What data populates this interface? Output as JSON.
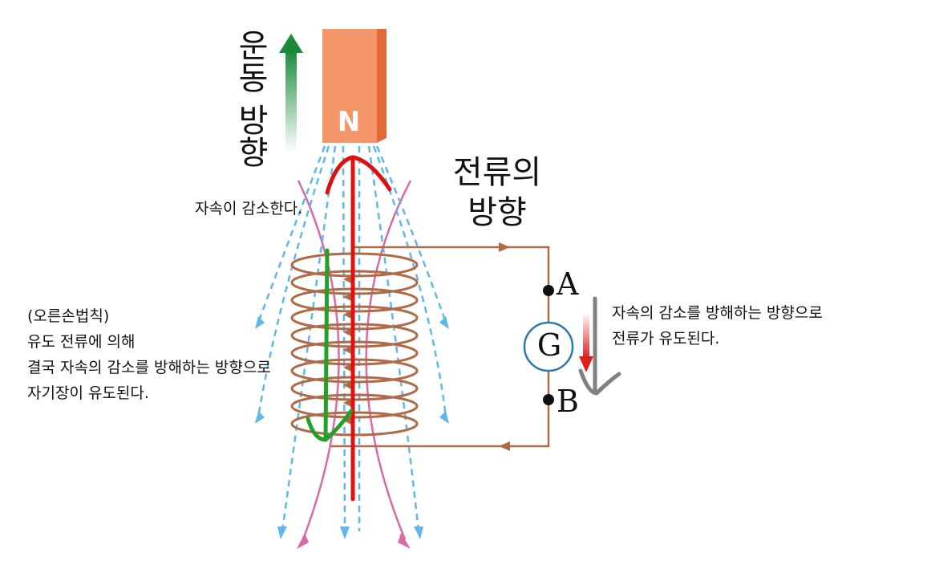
{
  "magnet": {
    "pole_label": "N",
    "color": "#f4956a",
    "side_color": "#e06a3a"
  },
  "motion_direction_label": "운동 방향",
  "current_direction_label": "전류의 방향",
  "flux_decrease_label": "자속이 감소한다.",
  "right_hand_rule": {
    "title": "(오른손법칙)",
    "lines": [
      "유도 전류에 의해",
      "결국 자속의 감소를 방해하는 방향으로",
      "자기장이 유도된다."
    ]
  },
  "current_induced": {
    "lines": [
      "자속의 감소를 방해하는 방향으로",
      "전류가 유도된다."
    ]
  },
  "terminals": {
    "a": "A",
    "b": "B"
  },
  "galvanometer_label": "G",
  "colors": {
    "coil": "#b06a48",
    "field_lines": "#5fb8e8",
    "pink_lines": "#d86aa8",
    "red_arrow": "#e01010",
    "green_arrow": "#22a02a",
    "gray_arrow": "#808080",
    "motion_arrow": "#1a8a3a"
  }
}
